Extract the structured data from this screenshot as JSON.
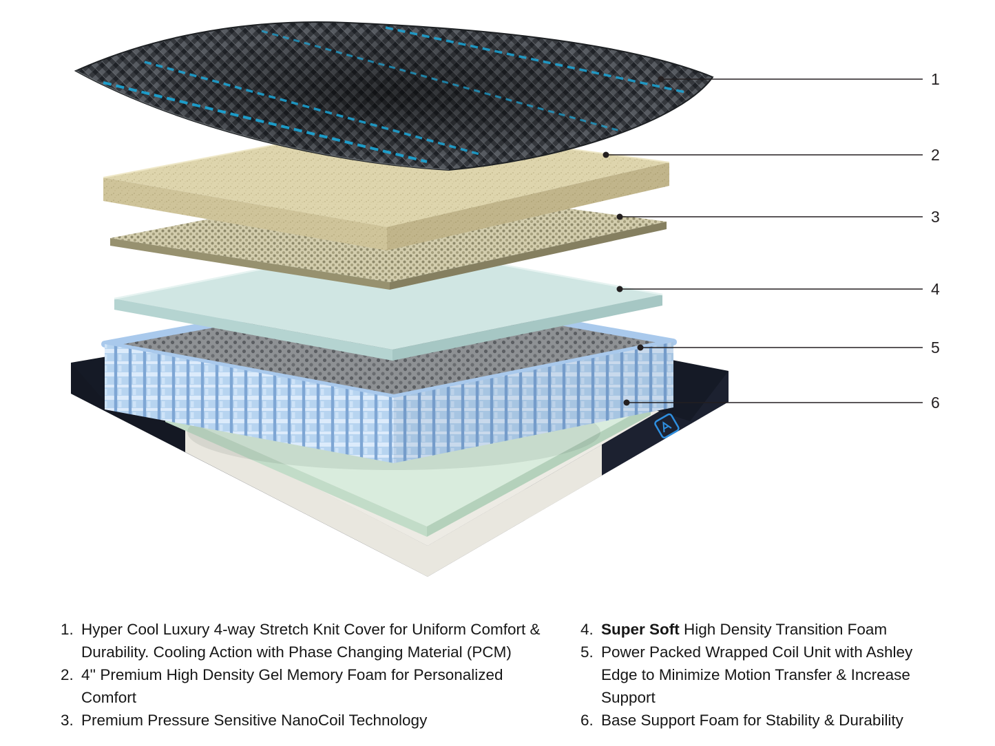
{
  "callouts": [
    {
      "num": "1"
    },
    {
      "num": "2"
    },
    {
      "num": "3"
    },
    {
      "num": "4"
    },
    {
      "num": "5"
    },
    {
      "num": "6"
    }
  ],
  "legend": {
    "left": [
      {
        "num": "1.",
        "text": "Hyper Cool Luxury 4-way Stretch Knit Cover for Uniform Comfort & Durability. Cooling Action with Phase Changing Material (PCM)"
      },
      {
        "num": "2.",
        "text": "4'' Premium High Density Gel Memory Foam for Personalized Comfort"
      },
      {
        "num": "3.",
        "text": "Premium Pressure Sensitive NanoCoil Technology"
      }
    ],
    "right": [
      {
        "num": "4.",
        "bold": "Super Soft",
        "rest": " High Density Transition Foam"
      },
      {
        "num": "5.",
        "bold": "",
        "rest": "Power Packed Wrapped Coil Unit with Ashley Edge to Minimize Motion Transfer & Increase Support"
      },
      {
        "num": "6.",
        "bold": "",
        "rest": "Base Support Foam for Stability & Durability"
      }
    ]
  },
  "colors": {
    "accent_cyan": "#1ba7d8",
    "brand_blue": "#2e8fe0",
    "callout_ink": "#231f20"
  }
}
